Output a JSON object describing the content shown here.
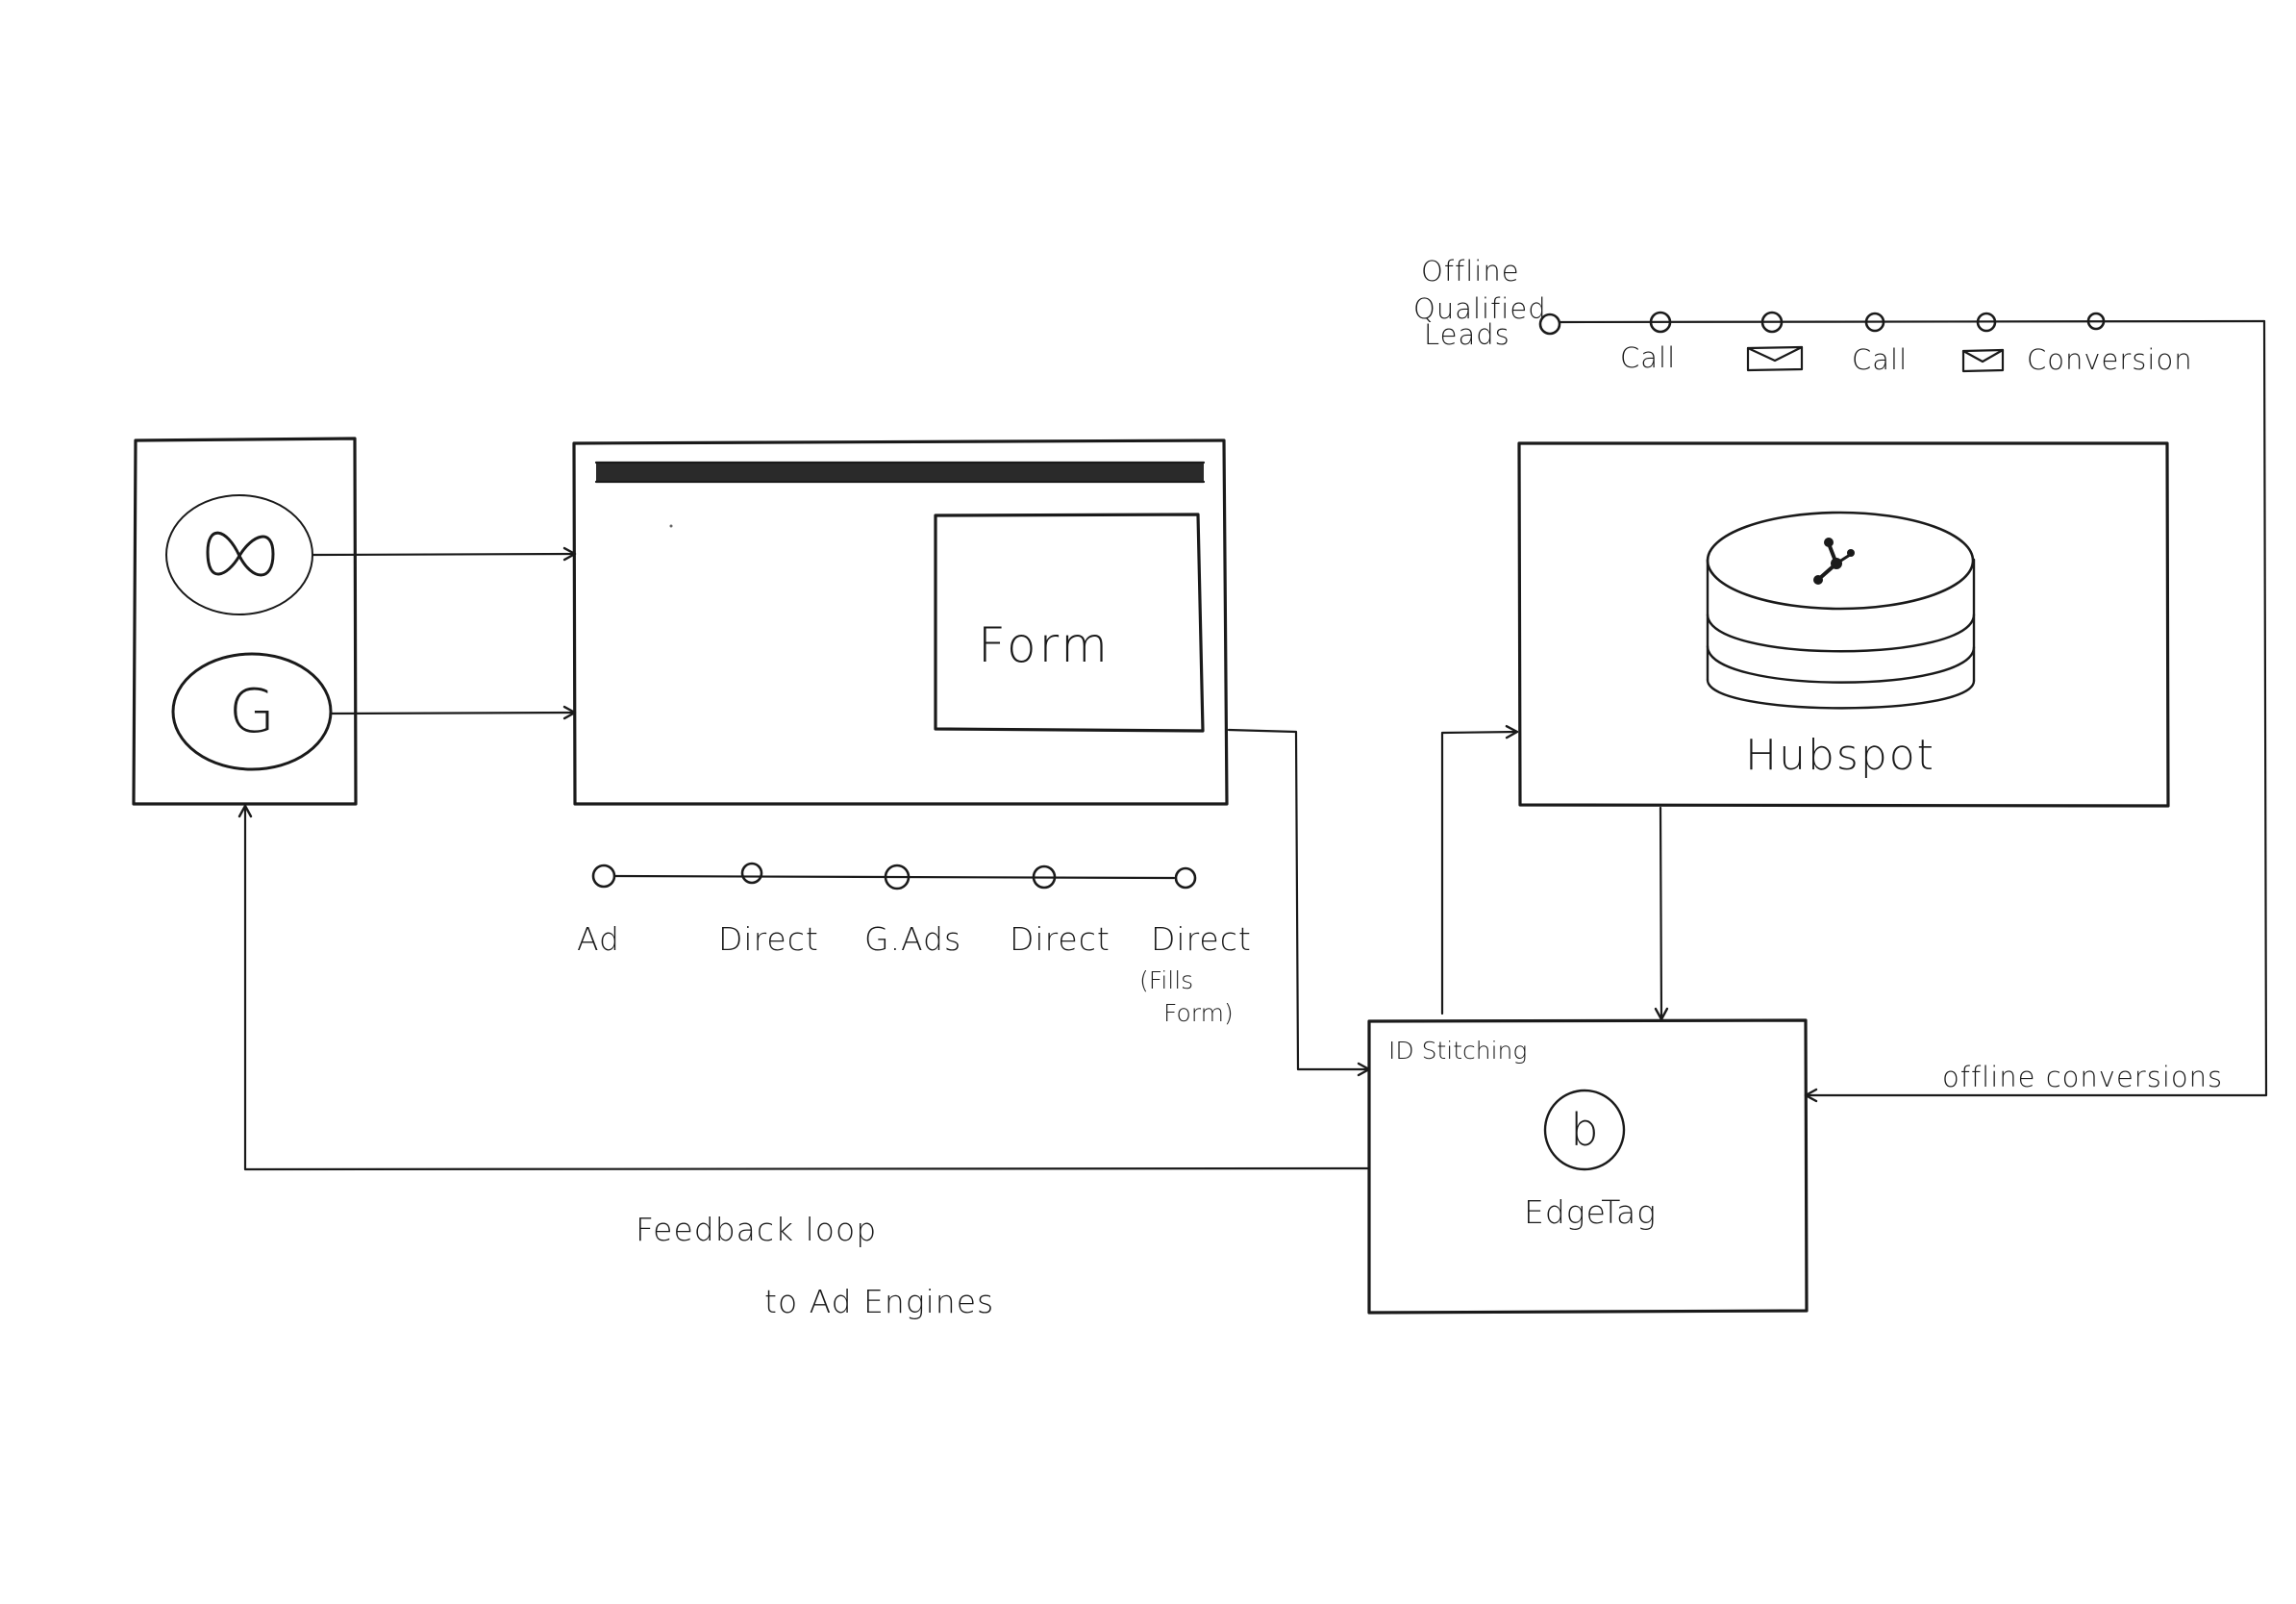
{
  "ad_engines": {
    "meta_logo": "meta-infinity-icon",
    "google_logo_letter": "G"
  },
  "website": {
    "form_label": "Form"
  },
  "web_journey": {
    "steps": [
      "Ad",
      "Direct",
      "G.Ads",
      "Direct",
      "Direct"
    ],
    "note_line1": "(Fills",
    "note_line2": "Form)"
  },
  "offline_journey": {
    "title_line1": "Offline",
    "title_line2": "Qualified",
    "title_line3": "Leads",
    "steps": [
      "Call",
      "",
      "Call",
      "",
      "Conversion"
    ],
    "step_icons": [
      "",
      "email-icon",
      "",
      "email-icon",
      ""
    ]
  },
  "hubspot": {
    "label": "Hubspot",
    "logo": "hubspot-sprocket-icon"
  },
  "edgetag": {
    "caption": "ID Stitching",
    "logo_letter": "b",
    "label": "EdgeTag"
  },
  "connections": {
    "offline_conversions_label": "offline conversions",
    "feedback_line1": "Feedback loop",
    "feedback_line2": "to Ad Engines"
  },
  "colors": {
    "ink": "#1a1a1a",
    "paper": "#ffffff",
    "shade": "#2a2a2a"
  }
}
